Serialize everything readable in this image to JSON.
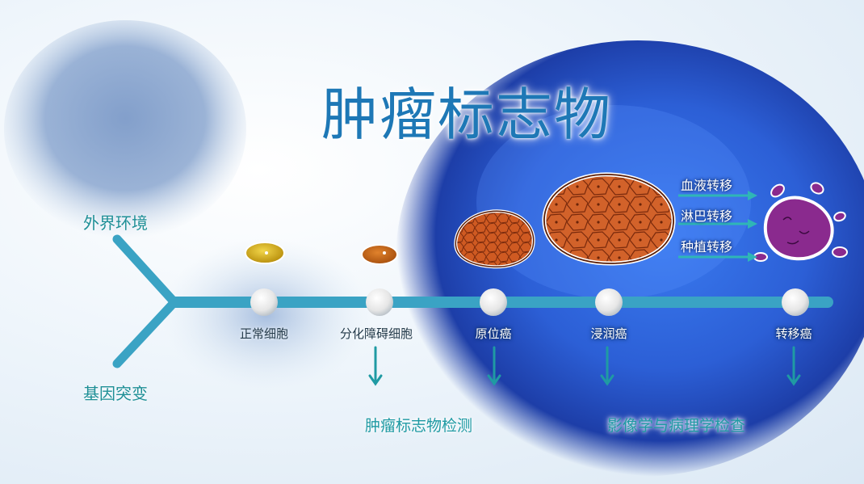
{
  "title": "肿瘤标志物",
  "branches": {
    "top": "外界环境",
    "bottom": "基因突变"
  },
  "stages": [
    {
      "label": "正常细胞"
    },
    {
      "label": "分化障碍细胞"
    },
    {
      "label": "原位癌"
    },
    {
      "label": "浸润癌"
    },
    {
      "label": "转移癌"
    }
  ],
  "metastasis_routes": [
    "血液转移",
    "淋巴转移",
    "种植转移"
  ],
  "detection": {
    "marker_test": "肿瘤标志物检测",
    "imaging_pathology": "影像学与病理学检查"
  },
  "colors": {
    "timeline": "#3aa3c4",
    "accent_teal": "#1f9aa3",
    "title_blue": "#1e78b6",
    "normal_cell": "#d9b21c",
    "abnormal_cell": "#c8641c",
    "tumor_orange": "#c8501e",
    "metastatic_purple": "#8a2a8e"
  }
}
